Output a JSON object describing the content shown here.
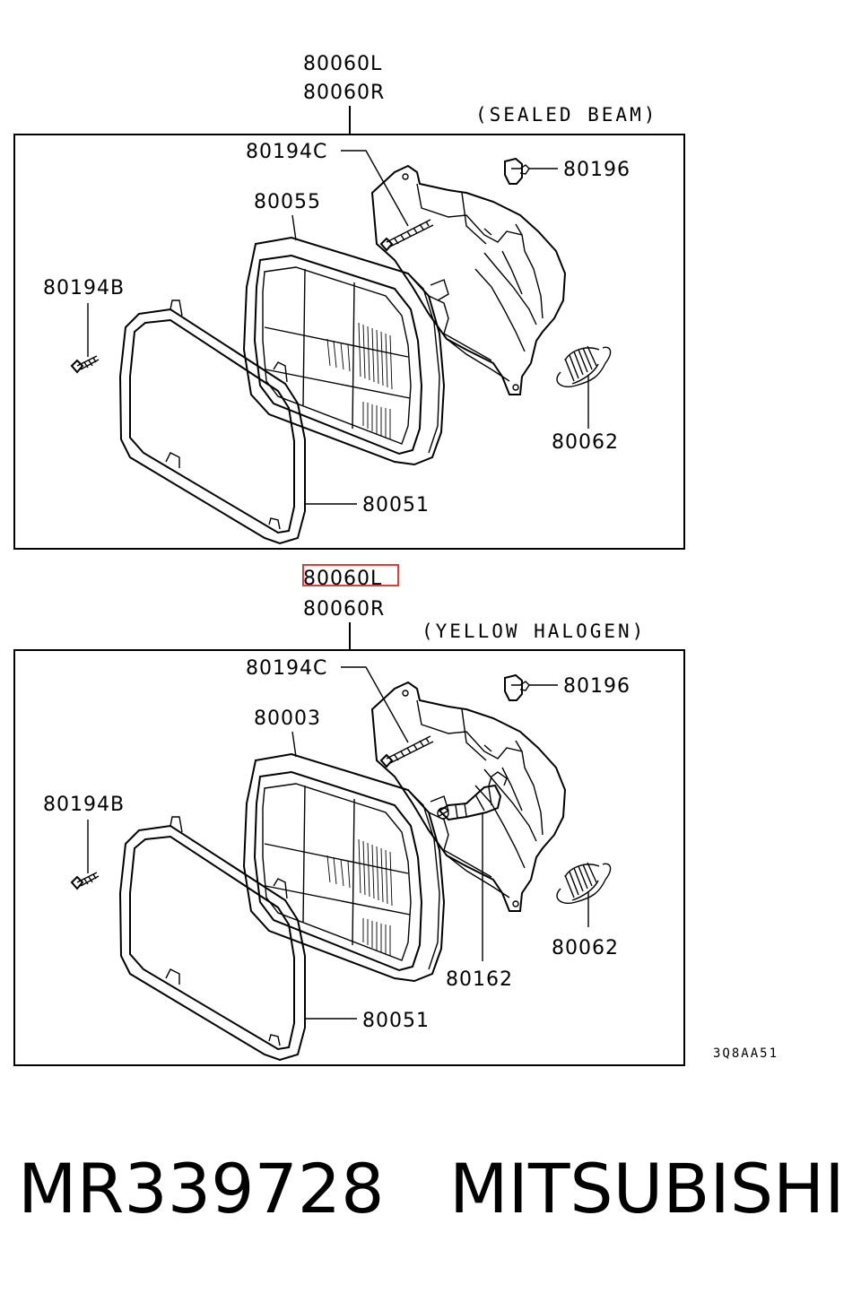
{
  "panels": [
    {
      "caption": "(SEALED BEAM)",
      "labels": {
        "assembly_l": "80060L",
        "assembly_r": "80060R",
        "screw_long": "80194C",
        "clip": "80196",
        "unit": "80055",
        "screw_short": "80194B",
        "spring": "80062",
        "ring": "80051"
      }
    },
    {
      "caption": "(YELLOW HALOGEN)",
      "labels": {
        "assembly_l": "80060L",
        "assembly_r": "80060R",
        "screw_long": "80194C",
        "clip": "80196",
        "unit": "80003",
        "screw_short": "80194B",
        "spring": "80062",
        "ring": "80051",
        "bulb": "80162"
      }
    }
  ],
  "diagram_code": "3Q8AA51",
  "highlight_color": "#d9413a",
  "footer": {
    "part_number": "MR339728",
    "brand": "MITSUBISHI"
  }
}
